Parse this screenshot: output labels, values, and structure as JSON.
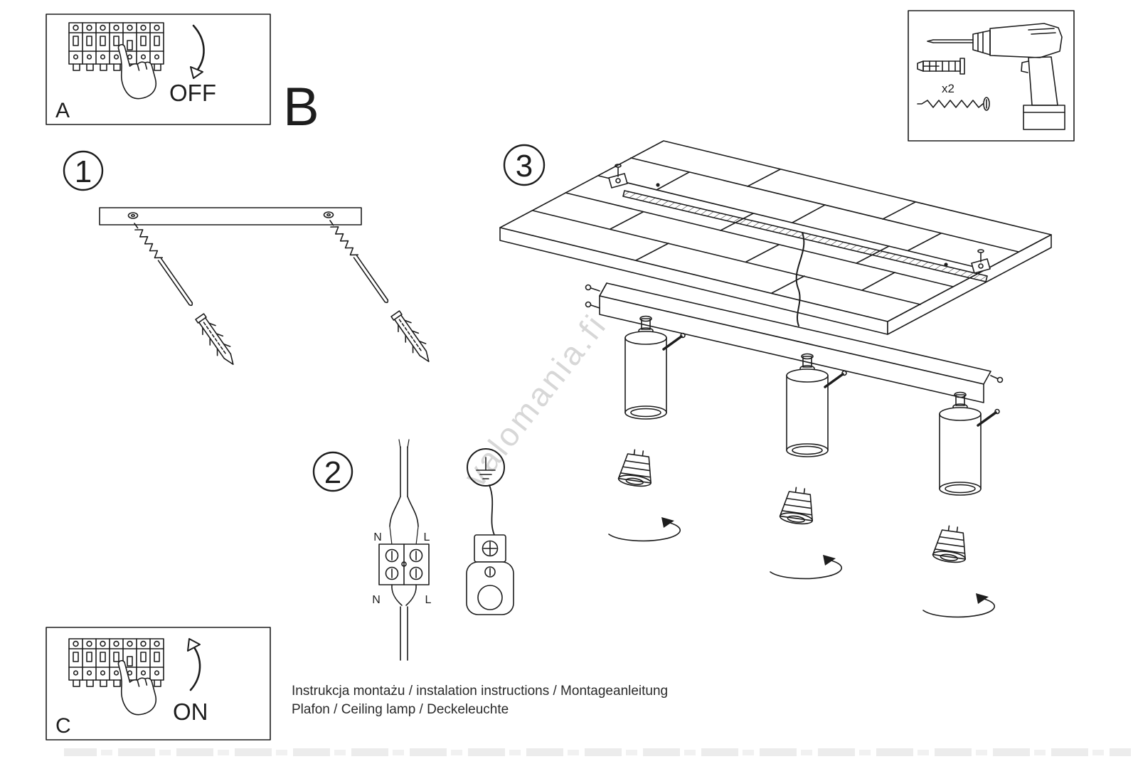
{
  "meta": {
    "ink_color": "#1d1d1d",
    "background_color": "#ffffff",
    "watermark_color": "#c2c2c2"
  },
  "watermark": {
    "text": "valomania.fi"
  },
  "panels": {
    "breaker_off": {
      "label": "A",
      "action": "OFF"
    },
    "breaker_on": {
      "label": "C",
      "action": "ON"
    },
    "section_b": {
      "label": "B"
    },
    "tools": {
      "quantity": "x2"
    }
  },
  "steps": {
    "one": "1",
    "two": "2",
    "three": "3"
  },
  "wiring": {
    "top_left": "N",
    "top_right": "L",
    "bottom_left": "N",
    "bottom_right": "L"
  },
  "footer": {
    "line1": "Instrukcja montażu / instalation instructions / Montageanleitung",
    "line2": "Plafon / Ceiling lamp / Deckeleuchte"
  }
}
